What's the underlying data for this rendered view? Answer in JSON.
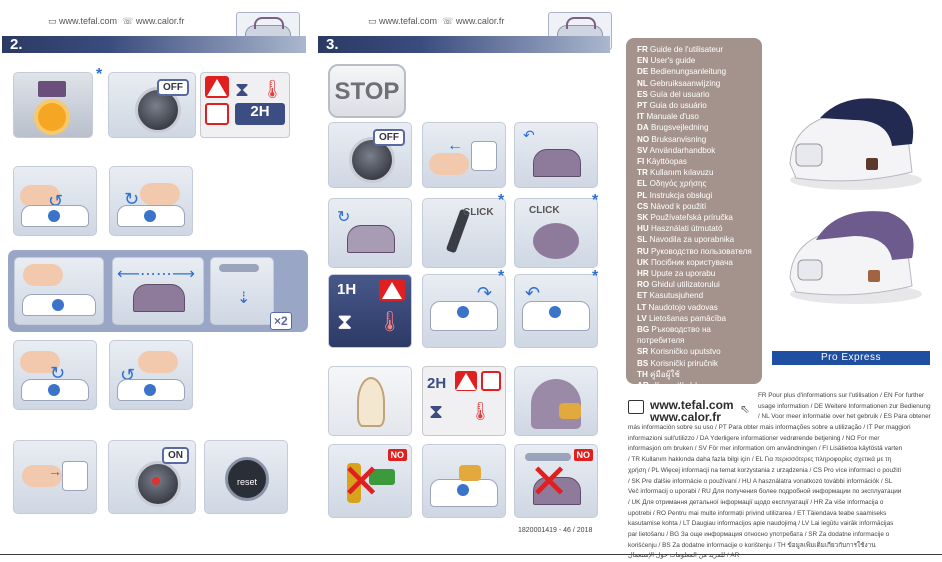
{
  "left_page": {
    "urls": [
      "www.tefal.com",
      "www.calor.fr"
    ],
    "section_number": "2.",
    "badges": {
      "off": "OFF",
      "on": "ON",
      "reset": "reset",
      "hours": "2H",
      "times": "×2"
    }
  },
  "middle_page": {
    "urls": [
      "www.tefal.com",
      "www.calor.fr"
    ],
    "section_number": "3.",
    "stop_label": "STOP",
    "badges": {
      "off": "OFF",
      "click1": "CLICK",
      "click2": "CLICK",
      "hours1": "1H",
      "hours2": "2H",
      "no1": "NO",
      "no2": "NO"
    },
    "doc_code": "1820001419 - 46 / 2018"
  },
  "languages": [
    {
      "code": "FR",
      "text": "Guide de l'utilisateur"
    },
    {
      "code": "EN",
      "text": "User's guide"
    },
    {
      "code": "DE",
      "text": "Bedienungsanleitung"
    },
    {
      "code": "NL",
      "text": "Gebruiksaanwijzing"
    },
    {
      "code": "ES",
      "text": "Guía del usuario"
    },
    {
      "code": "PT",
      "text": "Guia do usuário"
    },
    {
      "code": "IT",
      "text": "Manuale d'uso"
    },
    {
      "code": "DA",
      "text": "Brugsvejledning"
    },
    {
      "code": "NO",
      "text": "Bruksanvisning"
    },
    {
      "code": "SV",
      "text": "Användarhandbok"
    },
    {
      "code": "FI",
      "text": "Käyttöopas"
    },
    {
      "code": "TR",
      "text": "Kullanım kılavuzu"
    },
    {
      "code": "EL",
      "text": "Οδηγός χρήσης"
    },
    {
      "code": "PL",
      "text": "Instrukcja obsługi"
    },
    {
      "code": "CS",
      "text": "Návod k použití"
    },
    {
      "code": "SK",
      "text": "Používateľská príručka"
    },
    {
      "code": "HU",
      "text": "Használati útmutató"
    },
    {
      "code": "SL",
      "text": "Navodila za uporabnika"
    },
    {
      "code": "RU",
      "text": "Руководство пользователя"
    },
    {
      "code": "UK",
      "text": "Посібник користувача"
    },
    {
      "code": "HR",
      "text": "Upute za uporabu"
    },
    {
      "code": "RO",
      "text": "Ghidul utilizatorului"
    },
    {
      "code": "ET",
      "text": "Kasutusjuhend"
    },
    {
      "code": "LT",
      "text": "Naudotojo vadovas"
    },
    {
      "code": "LV",
      "text": "Lietošanas pamācība"
    },
    {
      "code": "BG",
      "text": "Ръководство на"
    },
    {
      "code": "",
      "text": "потребителя"
    },
    {
      "code": "SR",
      "text": "Korisničko uputstvo"
    },
    {
      "code": "BS",
      "text": "Korisnički priručnik"
    },
    {
      "code": "TH",
      "text": "คู่มือผู้ใช้"
    },
    {
      "code": "AR",
      "text": "دليل الإستعمال"
    }
  ],
  "product_name": "Pro Express",
  "footer": {
    "urls": [
      "www.tefal.com",
      "www.calor.fr"
    ],
    "lines": [
      "FR Pour plus d'informations sur l'utilisation / EN For further",
      "usage information / DE Weitere Informationen zur Bedienung",
      "/ NL Voor meer informatie over het gebruik / ES Para obtener",
      "más información sobre su uso / PT Para obter mais informações sobre a utilização / IT Per maggiori",
      "informazioni sull'utilizzo / DA Yderligere informationer vedrørende betjening / NO For mer",
      "informasjon om bruken / SV För mer information om användningen / FI Lisätietoa käytöstä varten",
      "/ TR Kullanım hakkında daha fazla bilgi için / EL Για περισσότερες πληροφορίες σχετικά με τη",
      "χρήση / PL Więcej informacji na temat korzystania z urządzenia / CS Pro více informací o použití",
      "/ SK Pre ďalšie informácie o používaní / HU A használatra vonatkozó további információk / SL",
      "Več informacij o uporabi / RU Для получения более подробной информации по эксплуатации",
      "/ UK Для отримання детальної інформації щодо експлуатації / HR Za više informacija o",
      "upotrebi / RO Pentru mai multe informații privind utilizarea / ET Täiendava teabe saamiseks",
      "kasutamise kohta / LT Daugiau informacijos apie naudojimą / LV Lai iegūtu vairāk informācijas",
      "par lietošanu / BG За още информация относно употребата / SR Za dodatne informacije o",
      "korišćenju / BS Za dodatne informacije o korištenju / TH ข้อมูลเพิ่มเติมเกี่ยวกับการใช้งาน",
      "للمزيد من المعلومات حول الإستعمال / AR"
    ]
  },
  "colors": {
    "header_dark": "#2b3a63",
    "panel": "#a4938c",
    "product_bar": "#1f4fa0",
    "warning": "#e02020",
    "accent": "#2e6fd0"
  }
}
